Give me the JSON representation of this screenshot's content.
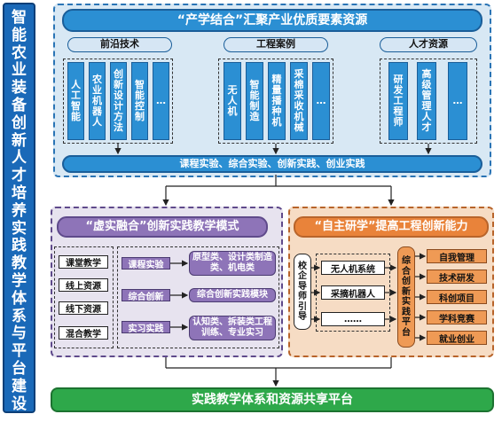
{
  "left_title": "智能农业装备创新人才培养实践教学体系与平台建设",
  "top": {
    "title": "“产学结合”汇聚产业优质要素资源",
    "categories": [
      "前沿技术",
      "工程案例",
      "人才资源"
    ],
    "frontier": [
      "人工智能",
      "农业机器人",
      "创新设计方法",
      "智能控制",
      "…"
    ],
    "cases": [
      "无人机",
      "智能制造",
      "精量播种机",
      "采棉采收机械",
      "…"
    ],
    "talent": [
      "研发工程师",
      "高级管理人才",
      "…"
    ],
    "base_bar": "课程实验、综合实验、创新实践、创业实践"
  },
  "left": {
    "title": "“虚实融合”创新实践教学模式",
    "modes": [
      "课堂教学",
      "线上资源",
      "线下资源",
      "混合教学"
    ],
    "practices": [
      "课程实验",
      "综合创新",
      "实习实践"
    ],
    "details": [
      "原型类、设计类制造类、机电类",
      "综合创新实践模块",
      "认知类、拆装类工程训练、专业实习"
    ]
  },
  "right": {
    "title": "“自主研学”提高工程创新能力",
    "mentor": "校企导师引导",
    "projects": [
      "无人机系统",
      "采摘机器人",
      "……"
    ],
    "platform": "综合创新实践平台",
    "outcomes": [
      "自我管理",
      "技术研发",
      "科创项目",
      "学科竞赛",
      "就业创业"
    ]
  },
  "bottom": "实践教学体系和资源共享平台",
  "colors": {
    "blue": "#2b8fd3",
    "purple": "#8e74b8",
    "orange": "#e9833a",
    "green": "#2ea84a"
  }
}
